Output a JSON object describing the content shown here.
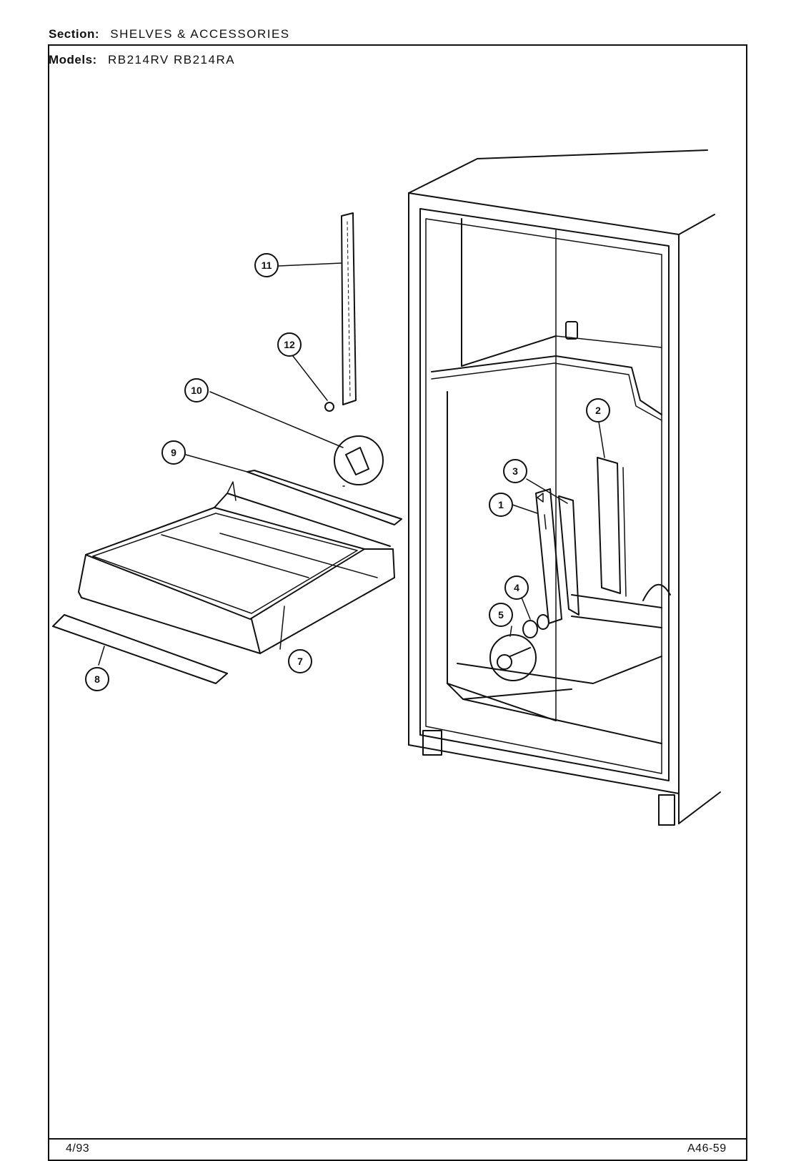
{
  "header": {
    "section_label": "Section:",
    "section_value": "SHELVES & ACCESSORIES",
    "models_label": "Models:",
    "models_value": "RB214RV RB214RA"
  },
  "footer": {
    "date": "4/93",
    "code": "A46-59"
  },
  "callouts": [
    "1",
    "2",
    "3",
    "4",
    "5",
    "7",
    "8",
    "9",
    "10",
    "11",
    "12"
  ]
}
